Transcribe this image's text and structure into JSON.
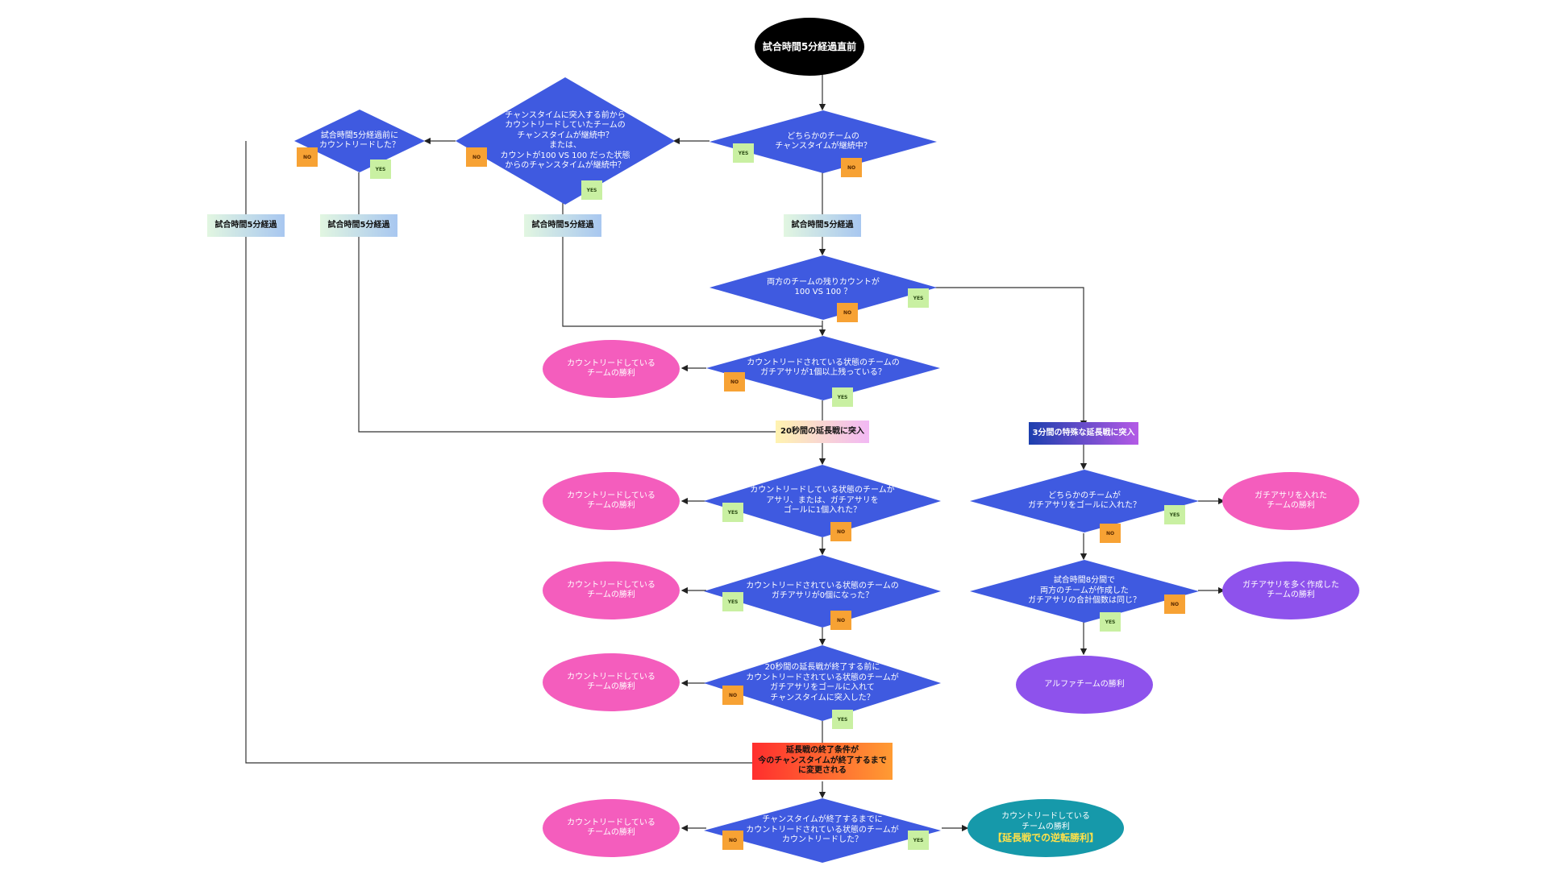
{
  "start": "試合時間5分経過直前",
  "decisions": {
    "d_chance": "どちらかのチームの\nチャンスタイムが継続中？",
    "d_lead_before": "チャンスタイムに突入する前から\nカウントリードしていたチームの\nチャンスタイムが継続中？\nまたは、\nカウントが100 VS 100 だった状態\nからのチャンスタイムが継続中？",
    "d_lead_pre5": "試合時間5分経過前に\nカウントリードした？",
    "d_both100": "両方のチームの残りカウントが\n100 VS 100 ？",
    "d_remaining": "カウントリードされている状態のチームの\nガチアサリが1個以上残っている？",
    "d_goal": "カウントリードしている状態のチームが\nアサリ、または、ガチアサリを\nゴールに1個入れた？",
    "d_zero": "カウントリードされている状態のチームの\nガチアサリが0個になった？",
    "d_before_end": "20秒間の延長戦が終了する前に\nカウントリードされている状態のチームが\nガチアサリをゴールに入れて\nチャンスタイムに突入した？",
    "d_final": "チャンスタイムが終了するまでに\nカウントリードされている状態のチームが\nカウントリードした？",
    "d_special_goal": "どちらかのチームが\nガチアサリをゴールに入れた？",
    "d_special_count": "試合時間8分間で\n両方のチームが作成した\nガチアサリの合計個数は同じ？"
  },
  "labels": {
    "elapsed": "試合時間5分経過",
    "overtime20": "20秒間の延長戦に突入",
    "overtime3": "3分間の特殊な延長戦に突入",
    "change": "延長戦の終了条件が\n今のチャンスタイムが終了するまで\nに変更される"
  },
  "results": {
    "lead_win": "カウントリードしている\nチームの勝利",
    "goal_win": "ガチアサリを入れた\nチームの勝利",
    "more_win": "ガチアサリを多く作成した\nチームの勝利",
    "alpha_win": "アルファチームの勝利",
    "reverse_main": "カウントリードしている\nチームの勝利",
    "reverse_em": "【延長戦での逆転勝利】"
  },
  "tags": {
    "yes": "YES",
    "no": "NO"
  },
  "colors": {
    "diamond": "#3f5ae0",
    "pink": "#f45dbd",
    "violet": "#8e52ec",
    "teal": "#1699aa"
  }
}
